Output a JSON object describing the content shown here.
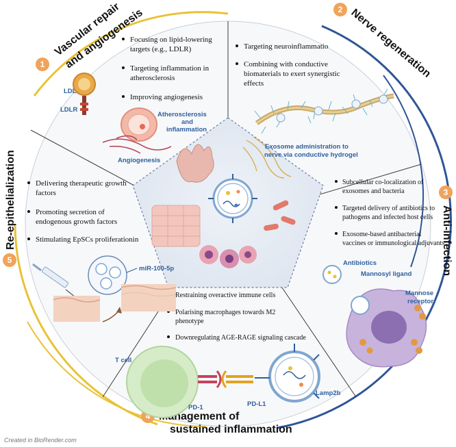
{
  "colors": {
    "yellow_arc": "#e9c234",
    "blue_arc": "#2f5596",
    "number_badge": "#f0a35a",
    "label_blue": "#2e5f9e",
    "section_bg": "#f7f8fa"
  },
  "sections": {
    "vascular": {
      "number": "1",
      "title_line1": "Vascular repair",
      "title_line2": "and angiogenesis",
      "bullets": [
        "Focusing on lipid-lowering",
        "targets (e.g., LDLR)",
        "Targeting inflammation in",
        "atherosclerosis",
        "Improving angiogenesis"
      ],
      "labels": {
        "ldl": "LDL",
        "ldlr": "LDLR",
        "athero1": "Atherosclerosis",
        "athero2": "and",
        "athero3": "inflammation",
        "angio": "Angiogenesis"
      }
    },
    "nerve": {
      "number": "2",
      "title": "Nerve regeneration",
      "bullets": [
        "Targeting neuroinflammatio",
        "Combining with conductive",
        "biomaterials to exert synergistic",
        "effects"
      ],
      "labels": {
        "caption1": "Exosome administration to",
        "caption2": "nerve via conductive hydrogel"
      }
    },
    "infection": {
      "number": "3",
      "title": "Anti-infection",
      "bullets": [
        "Subcellular co-localization of",
        "exosomes and bacteria",
        "Targeted delivery of antibiotics to",
        "pathogens and infected host cells",
        "Exosome-based antibacterial",
        "vaccines or immunological adjuvants"
      ],
      "labels": {
        "antibiotics": "Antibiotics",
        "mannosyl": "Mannosyl ligand",
        "mannose1": "Mannose",
        "mannose2": "receptor"
      }
    },
    "inflammation": {
      "number": "4",
      "title_line1": "Management of",
      "title_line2": "sustained inflammation",
      "bullets": [
        "Restraining  overactive immune cells",
        "Polarising macrophages towards M2",
        "phenotype",
        "Downregulating AGE-RAGE signaling cascade"
      ],
      "labels": {
        "tcell": "T cell",
        "pd1": "PD-1",
        "pdl1": "PD-L1",
        "lamp2b": "Lamp2b"
      }
    },
    "epithelial": {
      "number": "5",
      "title": "Re-epithelialization",
      "bullets": [
        "Delivering therapeutic growth",
        "factors",
        "Promoting secretion of",
        "endogenous growth factors",
        "Stimulating EpSCs proliferationin"
      ],
      "labels": {
        "mir": "miR-100-5p"
      }
    }
  },
  "footer": {
    "credit": "Created in BioRender.com"
  }
}
